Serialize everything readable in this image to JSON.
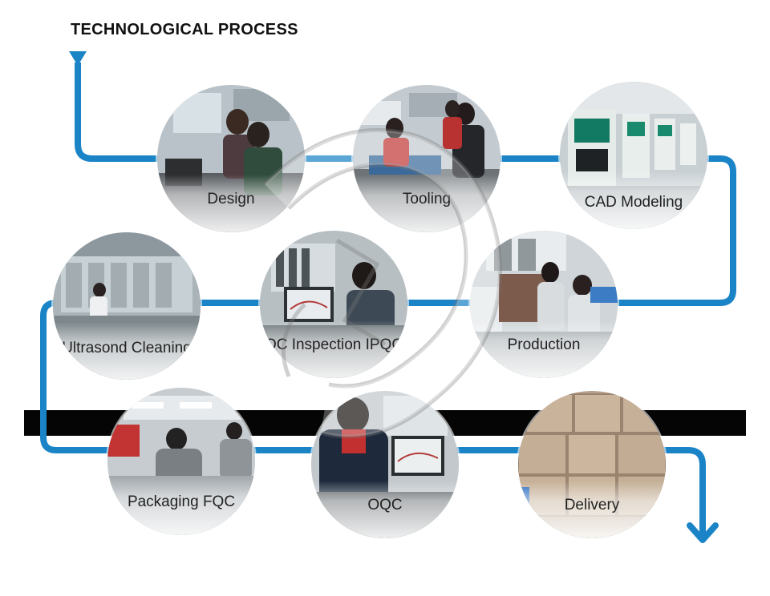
{
  "title": "TECHNOLOGICAL PROCESS",
  "colors": {
    "flow_line": "#1b84c6",
    "band": "#050505",
    "title": "#111111"
  },
  "steps": [
    {
      "label": "Design"
    },
    {
      "label": "Tooling"
    },
    {
      "label": "CAD Modeling"
    },
    {
      "label": "Production"
    },
    {
      "label": "QC Inspection IPQC"
    },
    {
      "label": "Ultrasond Cleaning"
    },
    {
      "label": "Packaging FQC"
    },
    {
      "label": "OQC"
    },
    {
      "label": "Delivery"
    }
  ]
}
